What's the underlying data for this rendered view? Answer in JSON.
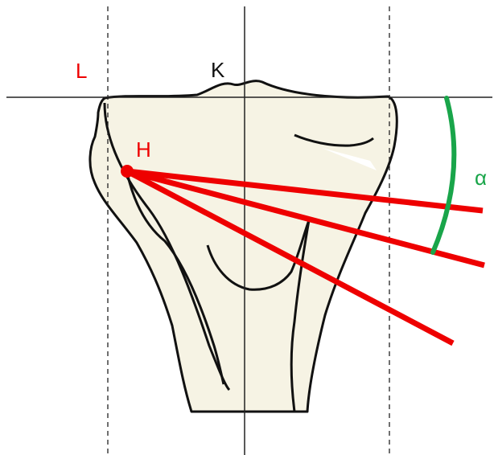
{
  "labels": {
    "lateral": "L",
    "point_k": "K",
    "point_h": "H",
    "angle": "α"
  },
  "colors": {
    "bone_fill": "#f6f3e4",
    "bone_outline": "#111111",
    "guide_line": "#222222",
    "red": "#ee0000",
    "green": "#19a54a",
    "label_dark": "#111111"
  }
}
